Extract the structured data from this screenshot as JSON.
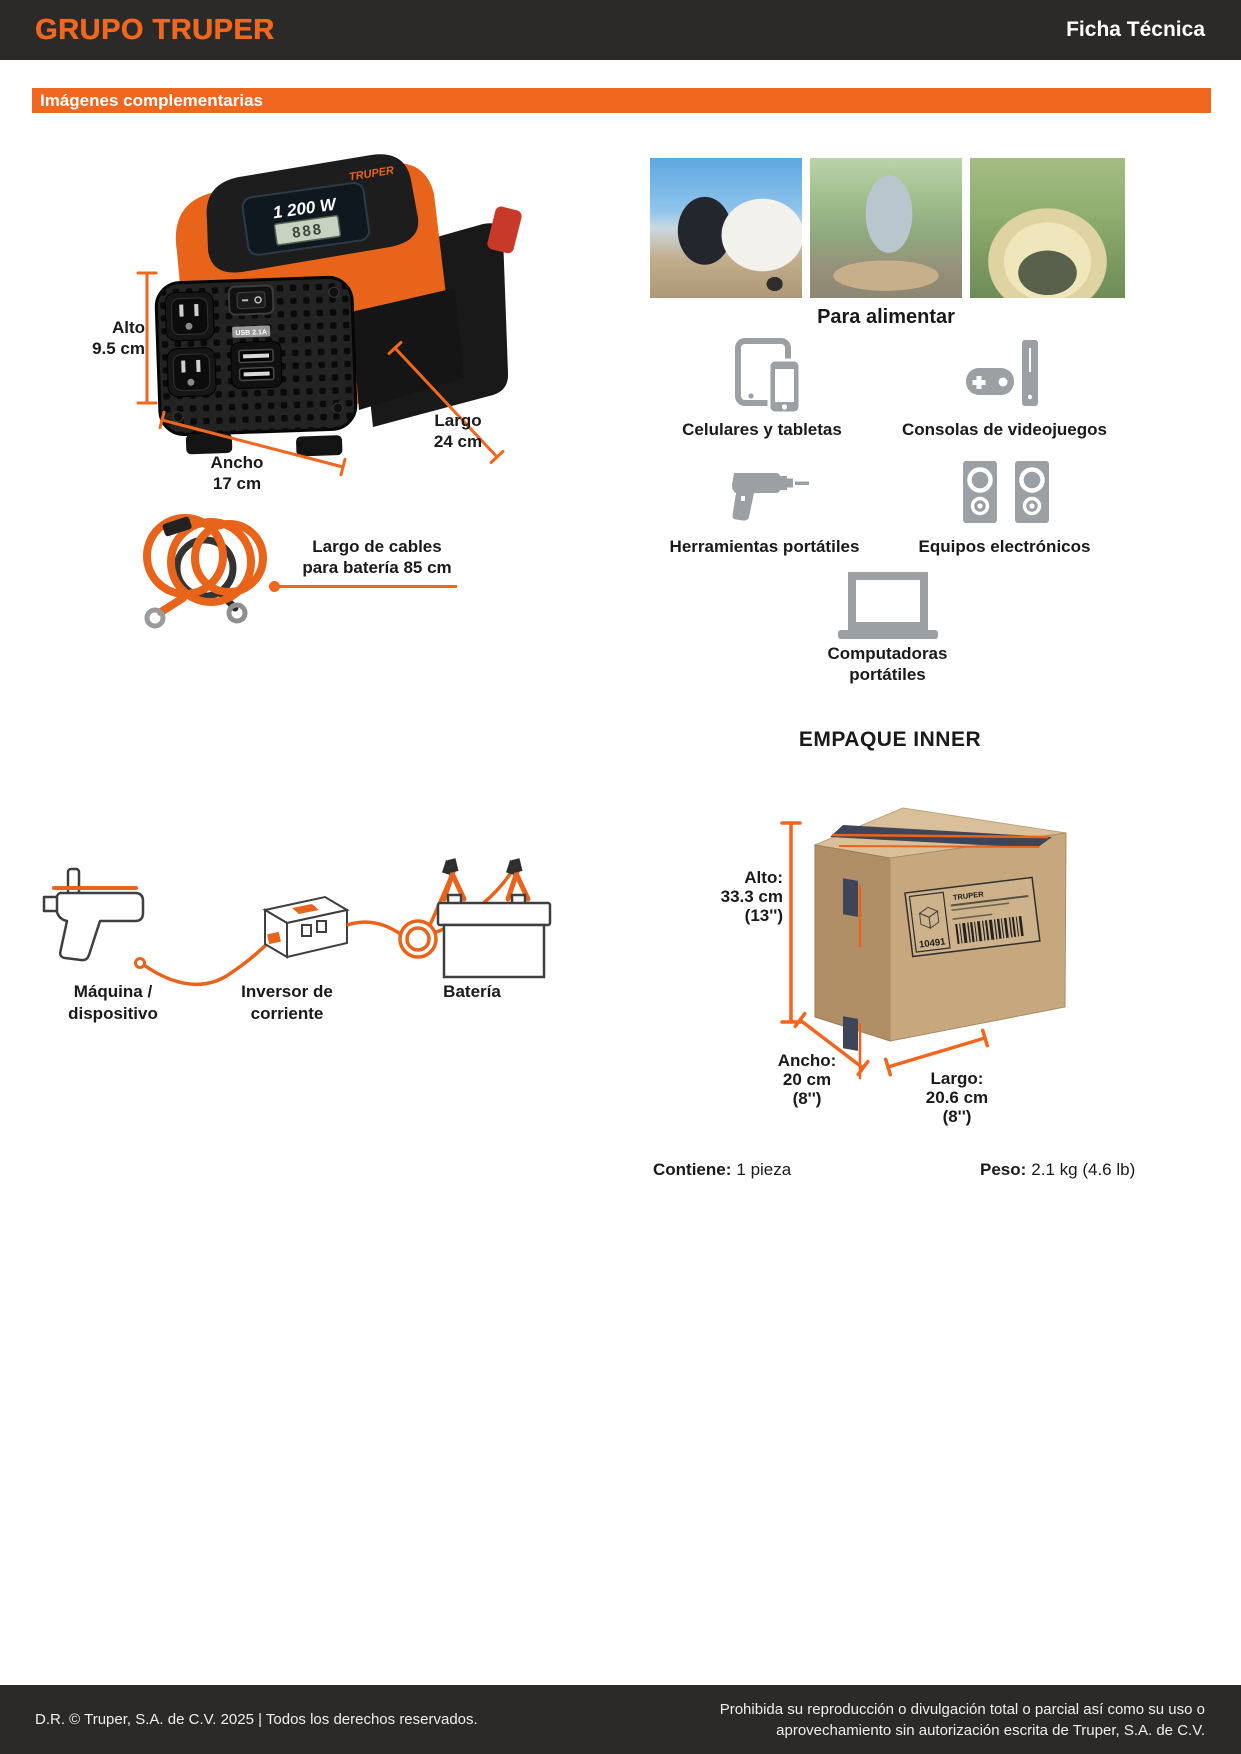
{
  "header": {
    "logo": "GRUPO TRUPER",
    "doc_type": "Ficha Técnica"
  },
  "section": {
    "title": "Imágenes complementarias"
  },
  "colors": {
    "accent_orange": "#f2671f",
    "bar_dark": "#2b2a29",
    "icon_gray": "#9ba0a5"
  },
  "product": {
    "brand": "TRUPER",
    "display_wattage": "1 200 W",
    "lcd_value": "888",
    "usb_label": "USB 2.1A",
    "dims": {
      "alto_label": "Alto",
      "alto_value": "9.5 cm",
      "ancho_label": "Ancho",
      "ancho_value": "17 cm",
      "largo_label": "Largo",
      "largo_value": "24 cm"
    },
    "cable_note": {
      "line1": "Largo de cables",
      "line2": "para batería 85 cm"
    }
  },
  "uses": {
    "title": "Para alimentar",
    "photos": [
      "mujer con laptop en cajuela de auto",
      "hombre usando sierra circular",
      "personas con laptop en casa de campaña"
    ],
    "items": [
      {
        "icon": "phone-tablet-icon",
        "label": "Celulares y tabletas"
      },
      {
        "icon": "game-console-icon",
        "label": "Consolas de videojuegos"
      },
      {
        "icon": "drill-icon",
        "label": "Herramientas portátiles"
      },
      {
        "icon": "speakers-icon",
        "label": "Equipos electrónicos"
      },
      {
        "icon": "laptop-icon",
        "label": "Computadoras portátiles"
      }
    ]
  },
  "diagram": {
    "labels": [
      {
        "line1": "Máquina /",
        "line2": "dispositivo"
      },
      {
        "line1": "Inversor de",
        "line2": "corriente"
      },
      {
        "line1": "Batería",
        "line2": ""
      }
    ]
  },
  "packaging": {
    "title": "EMPAQUE INNER",
    "box_brand": "TRUPER",
    "box_sku": "10491",
    "alto": {
      "label": "Alto:",
      "value": "33.3 cm",
      "inches": "(13'')"
    },
    "ancho": {
      "label": "Ancho:",
      "value": "20 cm",
      "inches": "(8'')"
    },
    "largo": {
      "label": "Largo:",
      "value": "20.6 cm",
      "inches": "(8'')"
    },
    "contains_label": "Contiene:",
    "contains_value": "1 pieza",
    "weight_label": "Peso:",
    "weight_value": "2.1 kg (4.6 lb)"
  },
  "footer": {
    "left": "D.R. © Truper, S.A. de C.V. 2025 | Todos los derechos reservados.",
    "right_line1": "Prohibida su reproducción o divulgación total o parcial así como su uso o",
    "right_line2": "aprovechamiento sin autorización escrita de Truper, S.A. de C.V."
  }
}
